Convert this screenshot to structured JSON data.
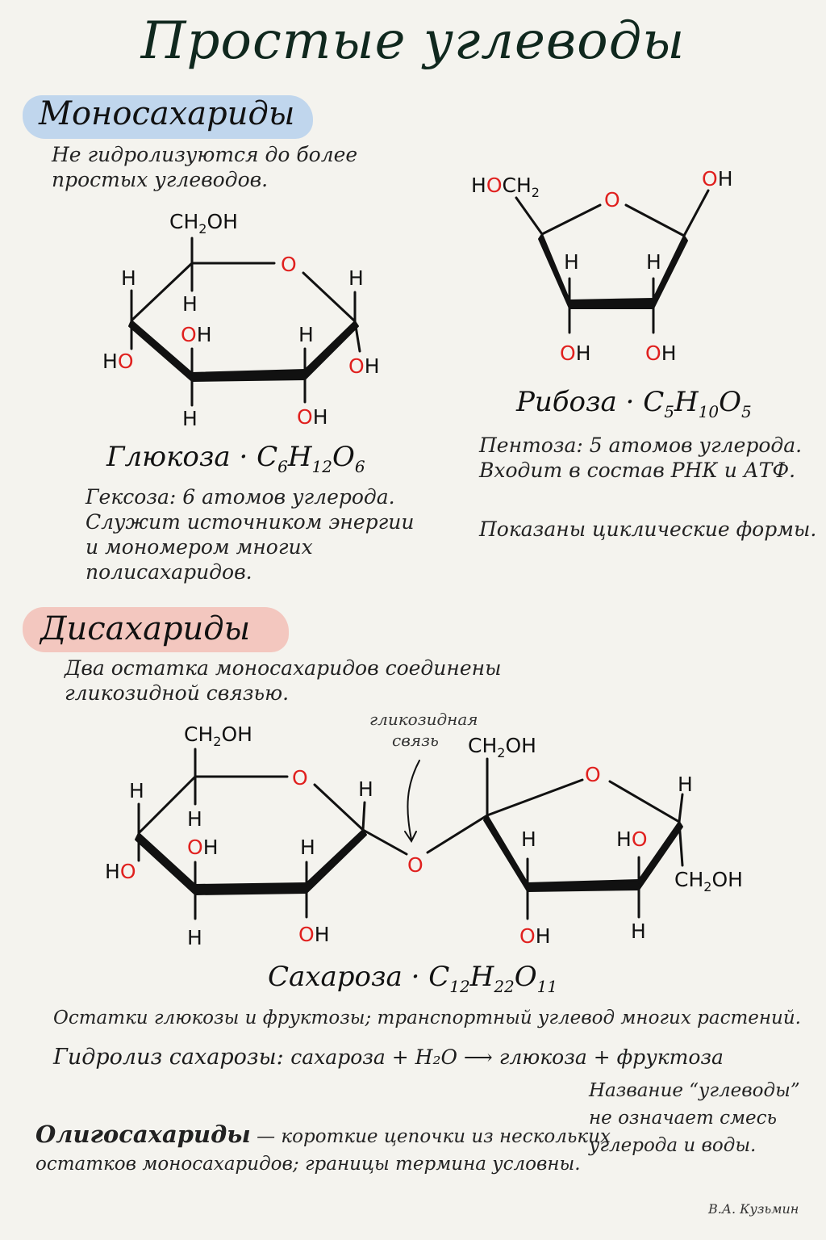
{
  "title": "Простые углеводы",
  "monosaccharides": {
    "heading": "Моносахариды",
    "definition": [
      "Не гидролизуются до более",
      "простых углеводов."
    ],
    "glucose": {
      "name": "Глюкоза",
      "formula": {
        "c": "6",
        "h": "12",
        "o": "6"
      },
      "note": [
        "Гексоза: 6 атомов углерода.",
        "Служит источником энергии",
        "и мономером многих",
        "полисахаридов."
      ]
    },
    "ribose": {
      "name": "Рибоза",
      "formula": {
        "c": "5",
        "h": "10",
        "o": "5"
      },
      "note": [
        "Пентоза: 5 атомов углерода.",
        "Входит в состав РНК и АТФ."
      ],
      "extra": "Показаны циклические формы."
    }
  },
  "disaccharides": {
    "heading": "Дисахариды",
    "definition": [
      "Два остатка моносахаридов соединены",
      "гликозидной связью."
    ],
    "bond_label": [
      "гликозидная",
      "связь"
    ],
    "sucrose": {
      "name": "Сахароза",
      "formula": {
        "c": "12",
        "h": "22",
        "o": "11"
      },
      "note": "Остатки глюкозы и фруктозы; транспортный углевод многих растений.",
      "hydrolysis_label": "Гидролиз сахарозы:",
      "hydrolysis_eq": "сахароза + H₂O ⟶ глюкоза + фруктоза"
    }
  },
  "oligosaccharides": {
    "term": "Олигосахариды",
    "text1": " — короткие цепочки из нескольких",
    "text2": "остатков моносахаридов; границы термина условны."
  },
  "side_note": [
    "Название “углеводы”",
    "не означает смесь",
    "углерода и воды."
  ],
  "author": "В.А. Кузьмин",
  "labels": {
    "H": "H",
    "O": "O",
    "OH_O": "O",
    "OH_H": "H",
    "CH2OH_a": "CH",
    "CH2OH_2": "2",
    "CH2OH_b": "OH",
    "HOCH2_H": "H",
    "HOCH2_O": "O",
    "HOCH2_C": "CH",
    "HOCH2_2": "2",
    "HO_H": "H",
    "HO_O": "O"
  },
  "colors": {
    "oxygen": "#e0201e",
    "ink": "#111111",
    "blue_highlight": "#a9c9ec",
    "red_highlight": "#f2b3ab"
  }
}
